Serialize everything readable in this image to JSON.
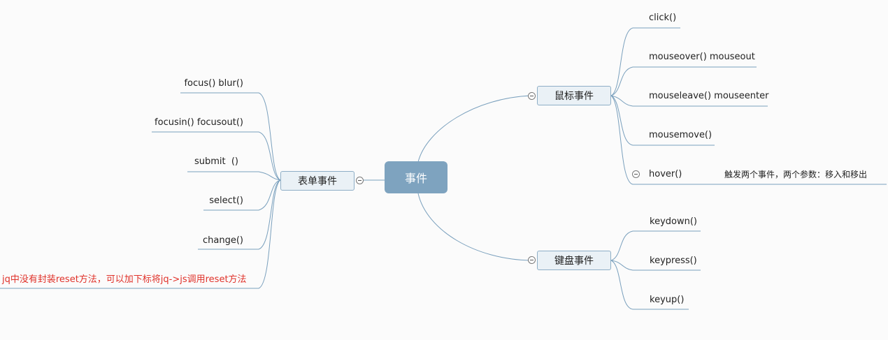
{
  "central": {
    "label": "事件"
  },
  "mouse": {
    "label": "鼠标事件",
    "items": [
      "click()",
      "mouseover() mouseout",
      "mouseleave() mouseenter",
      "mousemove()",
      "hover()"
    ],
    "hover_note": "触发两个事件，两个参数：移入和移出"
  },
  "keyboard": {
    "label": "键盘事件",
    "items": [
      "keydown()",
      "keypress()",
      "keyup()"
    ]
  },
  "form": {
    "label": "表单事件",
    "items": [
      "focus() blur()",
      "focusin() focusout()",
      "submit  ()",
      "select()",
      "change()"
    ],
    "note": "jq中没有封装reset方法，可以加下标将jq->js调用reset方法"
  },
  "colors": {
    "line": "#7aa0bd",
    "central": "#7ea3bf",
    "topic_bg": "#eaf1f6",
    "note": "#e0322a"
  }
}
